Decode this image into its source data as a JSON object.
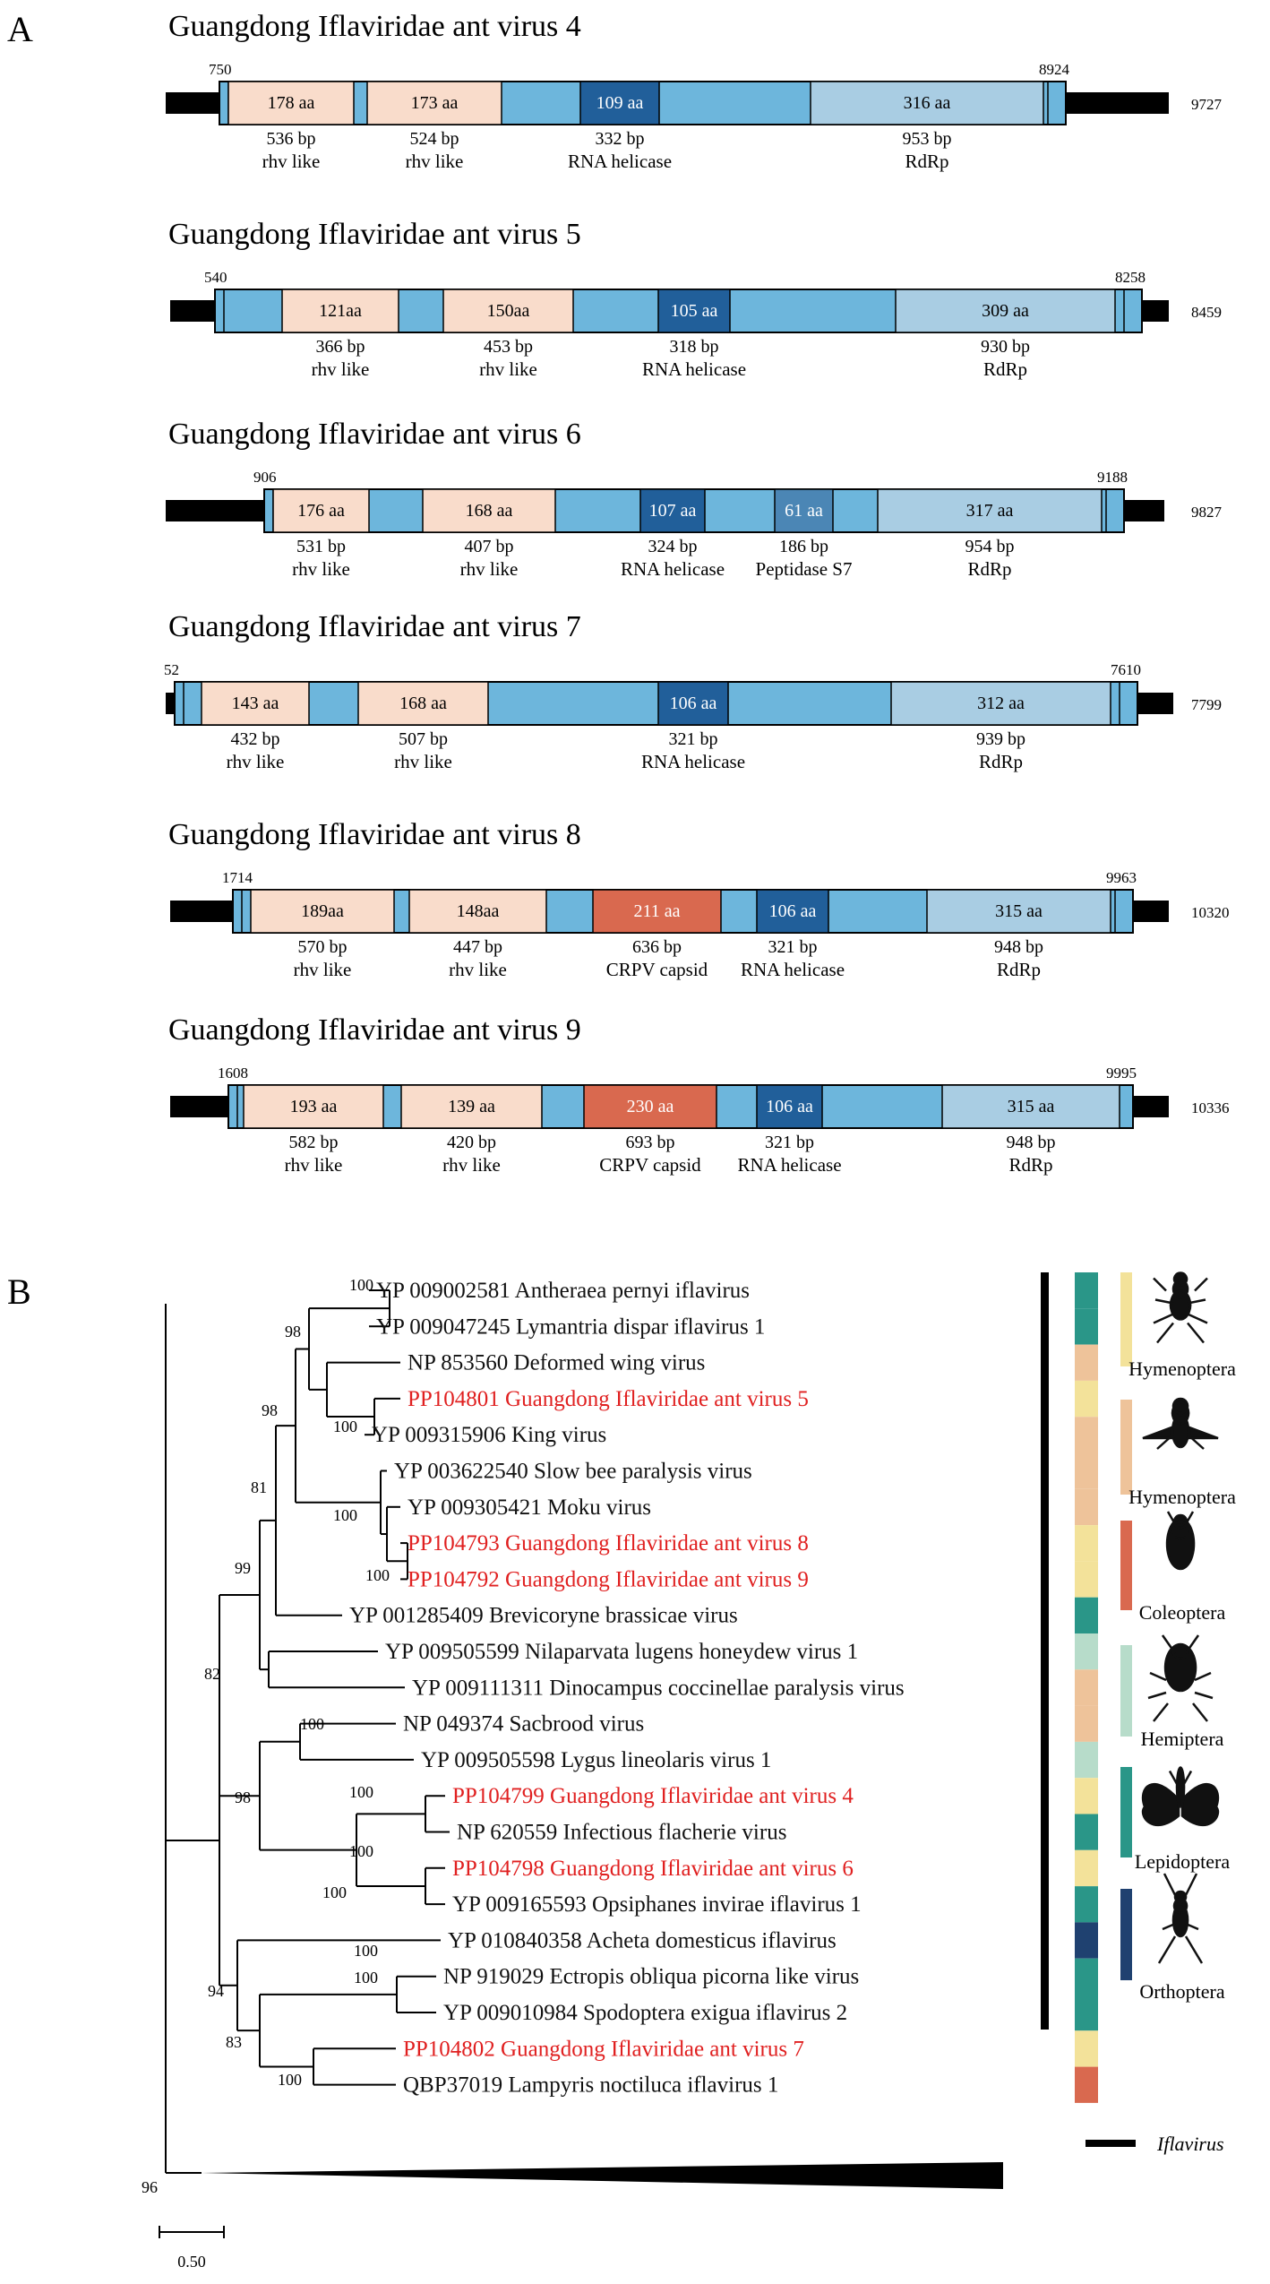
{
  "panel_a": {
    "letter": "A",
    "genomes": [
      {
        "title": "Guangdong Iflaviridae ant virus 4",
        "start": "750",
        "end": "8924",
        "length": "9727",
        "domains": [
          {
            "aa": "178 aa",
            "bp": "536 bp",
            "name": "rhv like",
            "kind": "rhv"
          },
          {
            "aa": "173 aa",
            "bp": "524 bp",
            "name": "rhv like",
            "kind": "rhv"
          },
          {
            "aa": "109 aa",
            "bp": "332 bp",
            "name": "RNA helicase",
            "kind": "helicase"
          },
          {
            "aa": "316 aa",
            "bp": "953 bp",
            "name": "RdRp",
            "kind": "rdrp"
          }
        ]
      },
      {
        "title": "Guangdong Iflaviridae ant virus 5",
        "start": "540",
        "end": "8258",
        "length": "8459",
        "domains": [
          {
            "aa": "121aa",
            "bp": "366 bp",
            "name": "rhv like",
            "kind": "rhv"
          },
          {
            "aa": "150aa",
            "bp": "453 bp",
            "name": "rhv like",
            "kind": "rhv"
          },
          {
            "aa": "105 aa",
            "bp": "318 bp",
            "name": "RNA helicase",
            "kind": "helicase"
          },
          {
            "aa": "309 aa",
            "bp": "930 bp",
            "name": "RdRp",
            "kind": "rdrp"
          }
        ]
      },
      {
        "title": "Guangdong Iflaviridae ant virus 6",
        "start": "906",
        "end": "9188",
        "length": "9827",
        "domains": [
          {
            "aa": "176 aa",
            "bp": "531 bp",
            "name": "rhv like",
            "kind": "rhv"
          },
          {
            "aa": "168 aa",
            "bp": "407 bp",
            "name": "rhv like",
            "kind": "rhv"
          },
          {
            "aa": "107 aa",
            "bp": "324 bp",
            "name": "RNA helicase",
            "kind": "helicase"
          },
          {
            "aa": "61 aa",
            "bp": "186 bp",
            "name": "Peptidase S7",
            "kind": "peptidase"
          },
          {
            "aa": "317 aa",
            "bp": "954 bp",
            "name": "RdRp",
            "kind": "rdrp"
          }
        ]
      },
      {
        "title": "Guangdong Iflaviridae ant virus 7",
        "start": "52",
        "end": "7610",
        "length": "7799",
        "domains": [
          {
            "aa": "143 aa",
            "bp": "432 bp",
            "name": "rhv like",
            "kind": "rhv"
          },
          {
            "aa": "168 aa",
            "bp": "507 bp",
            "name": "rhv like",
            "kind": "rhv"
          },
          {
            "aa": "106 aa",
            "bp": "321 bp",
            "name": "RNA helicase",
            "kind": "helicase"
          },
          {
            "aa": "312 aa",
            "bp": "939 bp",
            "name": "RdRp",
            "kind": "rdrp"
          }
        ]
      },
      {
        "title": "Guangdong Iflaviridae ant virus 8",
        "start": "1714",
        "end": "9963",
        "length": "10320",
        "domains": [
          {
            "aa": "189aa",
            "bp": "570 bp",
            "name": "rhv like",
            "kind": "rhv"
          },
          {
            "aa": "148aa",
            "bp": "447 bp",
            "name": "rhv like",
            "kind": "rhv"
          },
          {
            "aa": "211 aa",
            "bp": "636 bp",
            "name": "CRPV capsid",
            "kind": "capsid"
          },
          {
            "aa": "106 aa",
            "bp": "321 bp",
            "name": "RNA helicase",
            "kind": "helicase"
          },
          {
            "aa": "315 aa",
            "bp": "948 bp",
            "name": "RdRp",
            "kind": "rdrp"
          }
        ]
      },
      {
        "title": "Guangdong Iflaviridae ant virus 9",
        "start": "1608",
        "end": "9995",
        "length": "10336",
        "domains": [
          {
            "aa": "193 aa",
            "bp": "582 bp",
            "name": "rhv like",
            "kind": "rhv"
          },
          {
            "aa": "139 aa",
            "bp": "420 bp",
            "name": "rhv like",
            "kind": "rhv"
          },
          {
            "aa": "230 aa",
            "bp": "693 bp",
            "name": "CRPV capsid",
            "kind": "capsid"
          },
          {
            "aa": "106 aa",
            "bp": "321 bp",
            "name": "RNA helicase",
            "kind": "helicase"
          },
          {
            "aa": "315 aa",
            "bp": "948 bp",
            "name": "RdRp",
            "kind": "rdrp"
          }
        ]
      }
    ]
  },
  "panel_b": {
    "letter": "B",
    "leaves": [
      {
        "label": "YP 009002581 Antheraea pernyi iflavirus",
        "highlight": false,
        "host": "Lepidoptera"
      },
      {
        "label": "YP 009047245 Lymantria dispar iflavirus 1",
        "highlight": false,
        "host": "Lepidoptera"
      },
      {
        "label": "NP 853560 Deformed wing virus",
        "highlight": false,
        "host": "Hymenoptera (bee)"
      },
      {
        "label": "PP104801 Guangdong Iflaviridae ant virus 5",
        "highlight": true,
        "host": "Hymenoptera (ant)"
      },
      {
        "label": "YP 009315906 King virus",
        "highlight": false,
        "host": "Hymenoptera (bee)"
      },
      {
        "label": "YP 003622540 Slow bee paralysis virus",
        "highlight": false,
        "host": "Hymenoptera (bee)"
      },
      {
        "label": "YP 009305421 Moku virus",
        "highlight": false,
        "host": "Hymenoptera (bee)"
      },
      {
        "label": "PP104793 Guangdong Iflaviridae ant virus 8",
        "highlight": true,
        "host": "Hymenoptera (ant)"
      },
      {
        "label": "PP104792 Guangdong Iflaviridae ant virus 9",
        "highlight": true,
        "host": "Hymenoptera (ant)"
      },
      {
        "label": "YP 001285409 Brevicoryne brassicae virus",
        "highlight": false,
        "host": "Lepidoptera"
      },
      {
        "label": "YP 009505599 Nilaparvata lugens honeydew virus 1",
        "highlight": false,
        "host": "Hemiptera"
      },
      {
        "label": "YP 009111311 Dinocampus coccinellae paralysis virus",
        "highlight": false,
        "host": "Hymenoptera (bee)"
      },
      {
        "label": "NP 049374 Sacbrood virus",
        "highlight": false,
        "host": "Hymenoptera (bee)"
      },
      {
        "label": "YP 009505598 Lygus lineolaris virus 1",
        "highlight": false,
        "host": "Hemiptera"
      },
      {
        "label": "PP104799 Guangdong Iflaviridae ant virus 4",
        "highlight": true,
        "host": "Hymenoptera (ant)"
      },
      {
        "label": "NP 620559 Infectious flacherie virus",
        "highlight": false,
        "host": "Lepidoptera"
      },
      {
        "label": "PP104798 Guangdong Iflaviridae ant virus 6",
        "highlight": true,
        "host": "Hymenoptera (ant)"
      },
      {
        "label": "YP 009165593 Opsiphanes invirae iflavirus 1",
        "highlight": false,
        "host": "Lepidoptera"
      },
      {
        "label": "YP 010840358 Acheta domesticus iflavirus",
        "highlight": false,
        "host": "Orthoptera"
      },
      {
        "label": "NP 919029 Ectropis obliqua picorna like virus",
        "highlight": false,
        "host": "Lepidoptera"
      },
      {
        "label": "YP 009010984 Spodoptera exigua iflavirus 2",
        "highlight": false,
        "host": "Lepidoptera"
      },
      {
        "label": "PP104802 Guangdong Iflaviridae ant virus 7",
        "highlight": true,
        "host": "Hymenoptera (ant)"
      },
      {
        "label": "QBP37019 Lampyris noctiluca iflavirus 1",
        "highlight": false,
        "host": "Coleoptera"
      }
    ],
    "bootstraps": [
      "100",
      "98",
      "98",
      "100",
      "100",
      "81",
      "100",
      "99",
      "82",
      "100",
      "98",
      "100",
      "100",
      "100",
      "100",
      "94",
      "100",
      "83",
      "100",
      "96"
    ],
    "legend": [
      {
        "order": "Hymenoptera",
        "color": "#f3e29a",
        "icon": "ant-silhouette-icon"
      },
      {
        "order": "Hymenoptera",
        "color": "#eec39a",
        "icon": "bee-silhouette-icon"
      },
      {
        "order": "Coleoptera",
        "color": "#d9694f",
        "icon": "beetle-silhouette-icon"
      },
      {
        "order": "Hemiptera",
        "color": "#b7dcca",
        "icon": "bug-silhouette-icon"
      },
      {
        "order": "Lepidoptera",
        "color": "#2a9688",
        "icon": "moth-silhouette-icon"
      },
      {
        "order": "Orthoptera",
        "color": "#1f4170",
        "icon": "cricket-silhouette-icon"
      }
    ],
    "genus_label": "Iflavirus",
    "scale_label": "0.50",
    "colors": {
      "highlight": "#e02020",
      "rhv": "#f9dccb",
      "body": "#6db6dc",
      "helicase": "#215f9a",
      "rdrp": "#a9cde3",
      "capsid": "#d9694f",
      "peptidase": "#4b86b5"
    }
  }
}
